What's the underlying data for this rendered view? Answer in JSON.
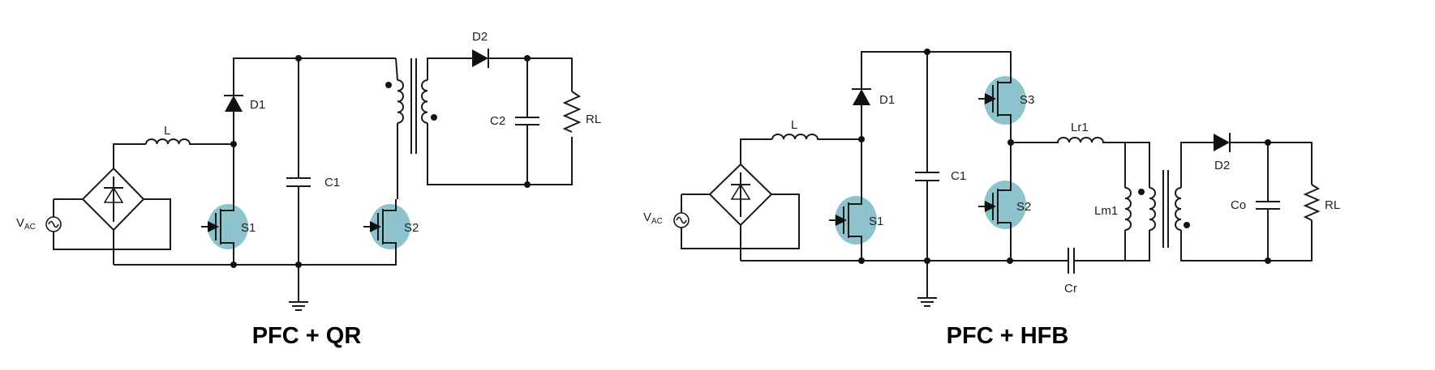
{
  "highlight_color": "#8cc3cc",
  "circuits": [
    {
      "title": "PFC + QR",
      "source_label": "V",
      "source_subscript": "AC",
      "labels": {
        "inductor": "L",
        "boost_diode": "D1",
        "bulk_cap": "C1",
        "pfc_switch": "S1",
        "main_switch": "S2",
        "output_diode": "D2",
        "output_cap": "C2",
        "load": "RL"
      }
    },
    {
      "title": "PFC + HFB",
      "source_label": "V",
      "source_subscript": "AC",
      "labels": {
        "inductor": "L",
        "boost_diode": "D1",
        "bulk_cap": "C1",
        "pfc_switch": "S1",
        "high_switch": "S3",
        "low_switch": "S2",
        "resonant_inductor": "Lr1",
        "magnetizing_inductor": "Lm1",
        "resonant_cap": "Cr",
        "output_diode": "D2",
        "output_cap": "Co",
        "load": "RL"
      }
    }
  ]
}
